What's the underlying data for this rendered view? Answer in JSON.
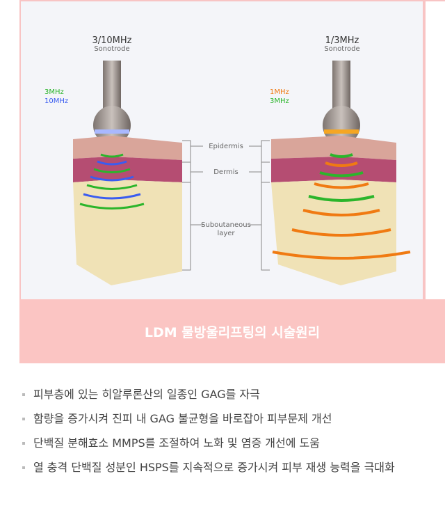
{
  "diagram": {
    "left": {
      "title": "3/10MHz",
      "subtitle": "Sonotrode",
      "freqs": [
        {
          "label": "3MHz",
          "color": "#2bb52b"
        },
        {
          "label": "10MHz",
          "color": "#3a5cf0"
        }
      ]
    },
    "right": {
      "title": "1/3MHz",
      "subtitle": "Sonotrode",
      "freqs": [
        {
          "label": "1MHz",
          "color": "#f07a12"
        },
        {
          "label": "3MHz",
          "color": "#2bb52b"
        }
      ]
    },
    "layers": [
      "Epidermis",
      "Dermis",
      "Suboutaneous",
      "layer"
    ]
  },
  "banner": {
    "title": "LDM 물방울리프팅의 시술원리"
  },
  "bullets": [
    "피부층에 있는 히알루론산의 일종인 GAG를 자극",
    "함량을 증가시켜 진피 내 GAG 불균형을 바로잡아 피부문제 개선",
    "단백질 분해효소 MMPS를 조절하여 노화 및 염증 개선에 도움",
    "열 충격 단백질 성분인 HSPS를 지속적으로 증가시켜 피부 재생 능력을 극대화"
  ]
}
